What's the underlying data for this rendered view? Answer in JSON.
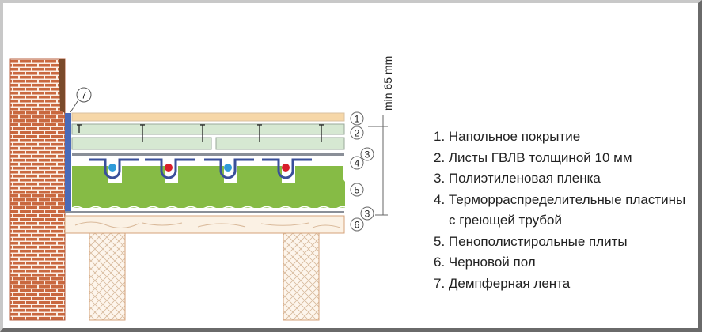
{
  "dimension": "min 65 mm",
  "markers": [
    "1",
    "2",
    "3",
    "4",
    "5",
    "6",
    "7"
  ],
  "legend": [
    "1. Напольное покрытие",
    "2. Листы ГВЛВ толщиной 10 мм",
    "3. Полиэтиленовая пленка",
    "4. Терморраспределительные пластины",
    "с греющей трубой",
    "5. Пенополистирольные плиты",
    "6. Черновой пол",
    "7. Демпферная лента"
  ],
  "colors": {
    "brick": "#c9683f",
    "covering": "#f6d7a8",
    "gvlv": "#d6e8d2",
    "eps": "#86bb45",
    "plate": "#3a4f9a",
    "damper": "#4a6ab8",
    "pipe_cold": "#2f9ad8",
    "pipe_hot": "#d81e2a"
  }
}
